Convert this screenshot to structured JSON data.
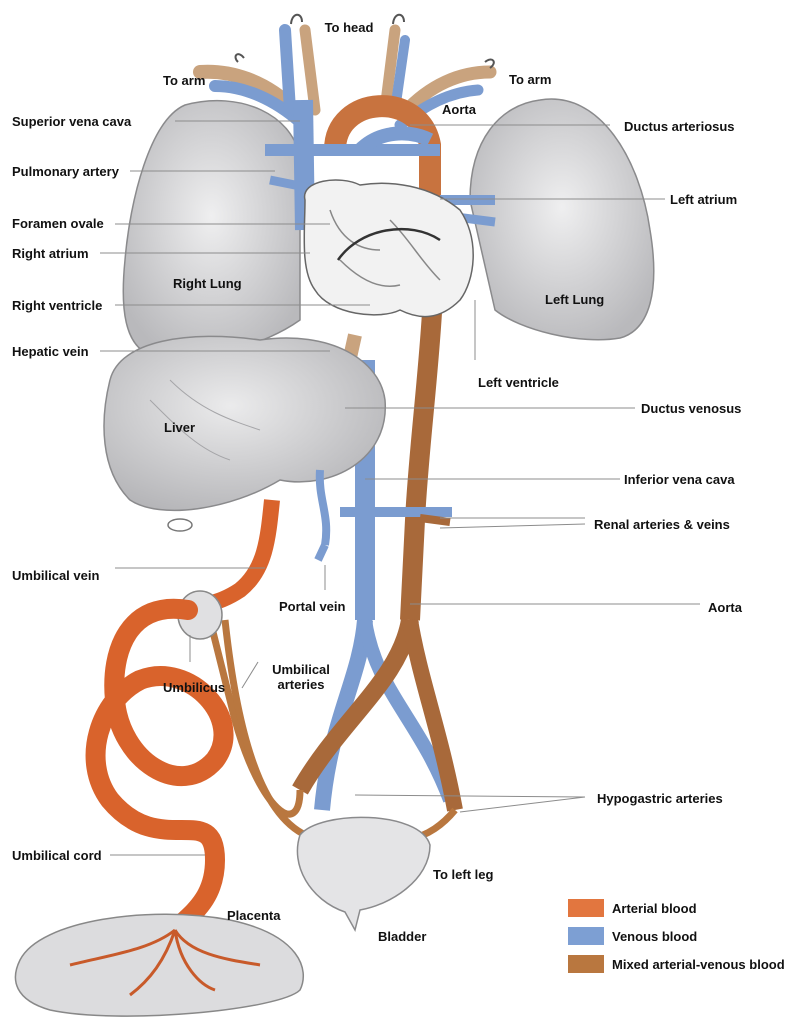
{
  "labels": {
    "to_head": "To head",
    "to_arm_left": "To arm",
    "to_arm_right": "To arm",
    "aorta_top": "Aorta",
    "superior_vena_cava": "Superior vena cava",
    "ductus_arteriosus": "Ductus arteriosus",
    "pulmonary_artery": "Pulmonary artery",
    "left_atrium": "Left atrium",
    "foramen_ovale": "Foramen ovale",
    "right_atrium": "Right atrium",
    "right_lung": "Right Lung",
    "left_lung": "Left Lung",
    "right_ventricle": "Right ventricle",
    "hepatic_vein": "Hepatic vein",
    "left_ventricle": "Left ventricle",
    "ductus_venosus": "Ductus venosus",
    "liver": "Liver",
    "inferior_vena_cava": "Inferior vena cava",
    "renal": "Renal arteries & veins",
    "umbilical_vein": "Umbilical vein",
    "portal_vein": "Portal vein",
    "aorta_lower": "Aorta",
    "umbilicus": "Umbilicus",
    "umbilical_arteries": "Umbilical arteries",
    "hypogastric_arteries": "Hypogastric arteries",
    "umbilical_cord": "Umbilical cord",
    "to_left_leg": "To left leg",
    "placenta": "Placenta",
    "bladder": "Bladder"
  },
  "legend": [
    {
      "label": "Arterial blood",
      "color": "#e2763f"
    },
    {
      "label": "Venous blood",
      "color": "#7d9fd3"
    },
    {
      "label": "Mixed arterial-venous blood",
      "color": "#b9773f"
    }
  ],
  "colors": {
    "arterial": "#d9632c",
    "venous": "#7b9cd0",
    "mixed": "#a8693a",
    "organ": "#d4d4d6",
    "organ_edge": "#8a8a8c",
    "leader": "#888888"
  }
}
